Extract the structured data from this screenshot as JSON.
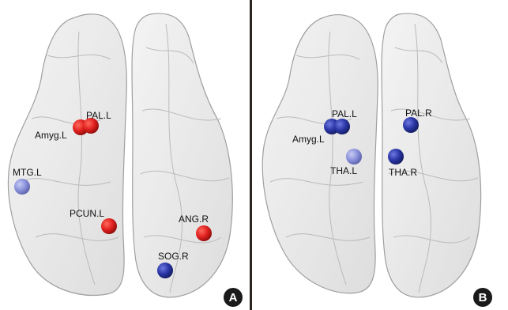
{
  "panels": [
    {
      "badge": "A",
      "nodes": [
        {
          "label": "PAL.L",
          "color": "red"
        },
        {
          "label": "Amyg.L",
          "color": "red"
        },
        {
          "label": "MTG.L",
          "color": "lightblue"
        },
        {
          "label": "PCUN.L",
          "color": "red"
        },
        {
          "label": "ANG.R",
          "color": "red"
        },
        {
          "label": "SOG.R",
          "color": "blue"
        }
      ]
    },
    {
      "badge": "B",
      "nodes": [
        {
          "label": "PAL.L",
          "color": "blue"
        },
        {
          "label": "Amyg.L",
          "color": "blue"
        },
        {
          "label": "PAL.R",
          "color": "blue"
        },
        {
          "label": "THA.L",
          "color": "lightblue"
        },
        {
          "label": "THA.R",
          "color": "blue"
        }
      ]
    }
  ],
  "colors": {
    "red": "#e0201e",
    "blue": "#2a36a6",
    "lightblue": "#8a92dc",
    "divider": "#2a2521",
    "brain_fill": "#e9e9e9",
    "brain_stroke": "#9a9a9a",
    "badge": "#1a1a1a"
  }
}
